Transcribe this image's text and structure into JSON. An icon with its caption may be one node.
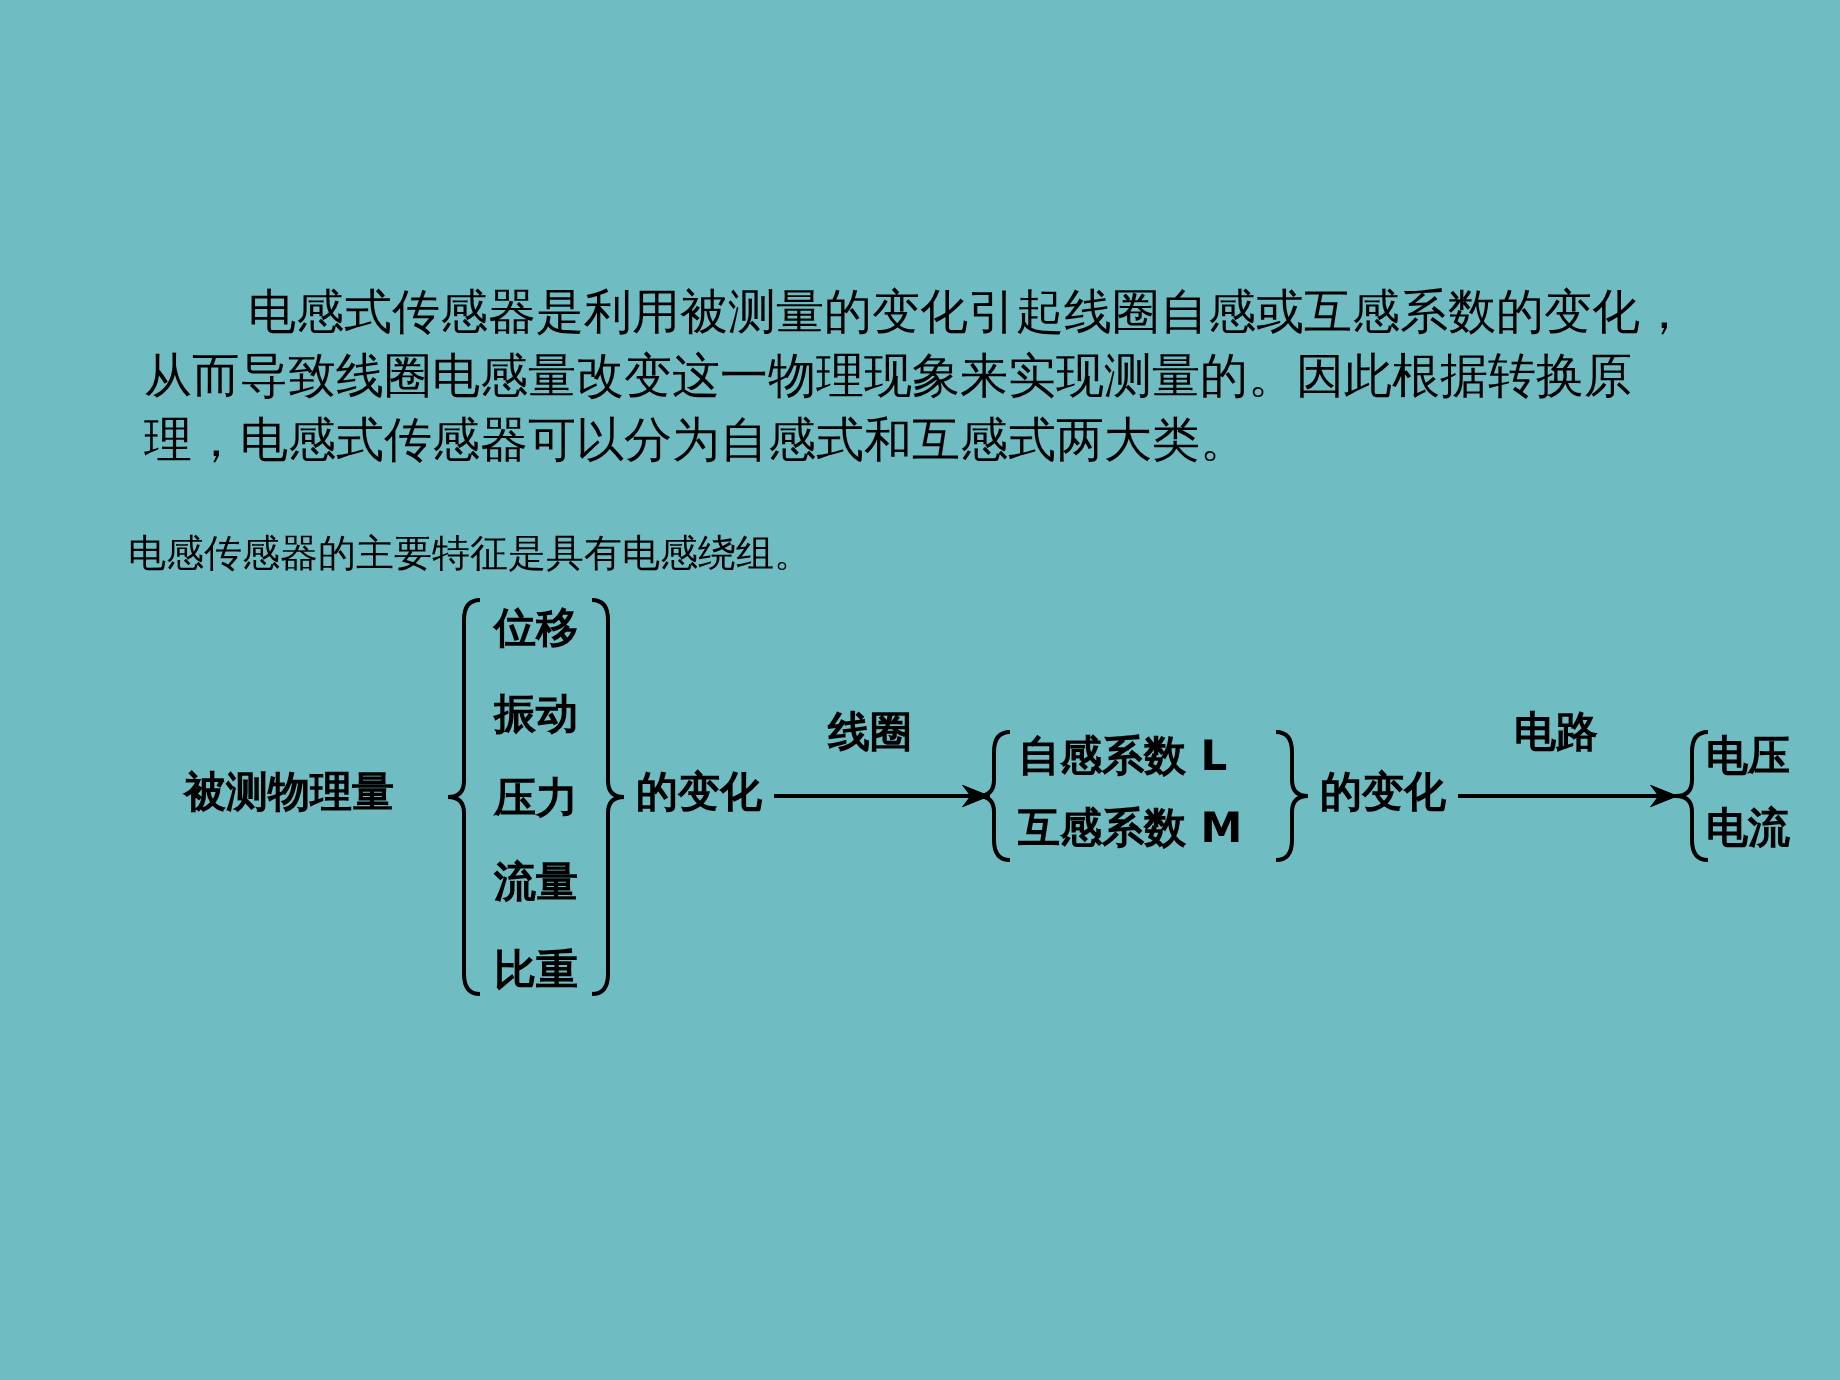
{
  "diagram": {
    "nodes": [
      {
        "text": [
          "被测物理量"
        ]
      },
      {
        "text": [
          "位移"
        ]
      },
      {
        "text": [
          "振动"
        ]
      },
      {
        "text": [
          "压力"
        ]
      },
      {
        "text": [
          "流量"
        ]
      },
      {
        "text": [
          "比重"
        ]
      },
      {
        "text": [
          "的变化"
        ]
      },
      {
        "text": [
          "自感系数 L"
        ]
      },
      {
        "text": [
          "互感系数 M"
        ]
      },
      {
        "text": [
          "的变化"
        ]
      },
      {
        "text": [
          "电压"
        ]
      },
      {
        "text": [
          "电流"
        ]
      }
    ],
    "edges": [
      {
        "from": 6,
        "to": 7,
        "arrow": "to",
        "label": "线圈"
      },
      {
        "from": 6,
        "to": 8,
        "arrow": "to"
      },
      {
        "from": 9,
        "to": 10,
        "arrow": "to",
        "label": "电路"
      },
      {
        "from": 9,
        "to": 11,
        "arrow": "to"
      }
    ],
    "labels": [
      "电感式传感器是利用被测量的变化引起线圈自感或互感系数的变化，从而导致线圈电感量改变这一物理现象来实现测量的。因此根据转换原理，电感式传感器可以分为自感式和互感式两大类。",
      "电感传感器的主要特征是具有电感绕组。"
    ]
  }
}
